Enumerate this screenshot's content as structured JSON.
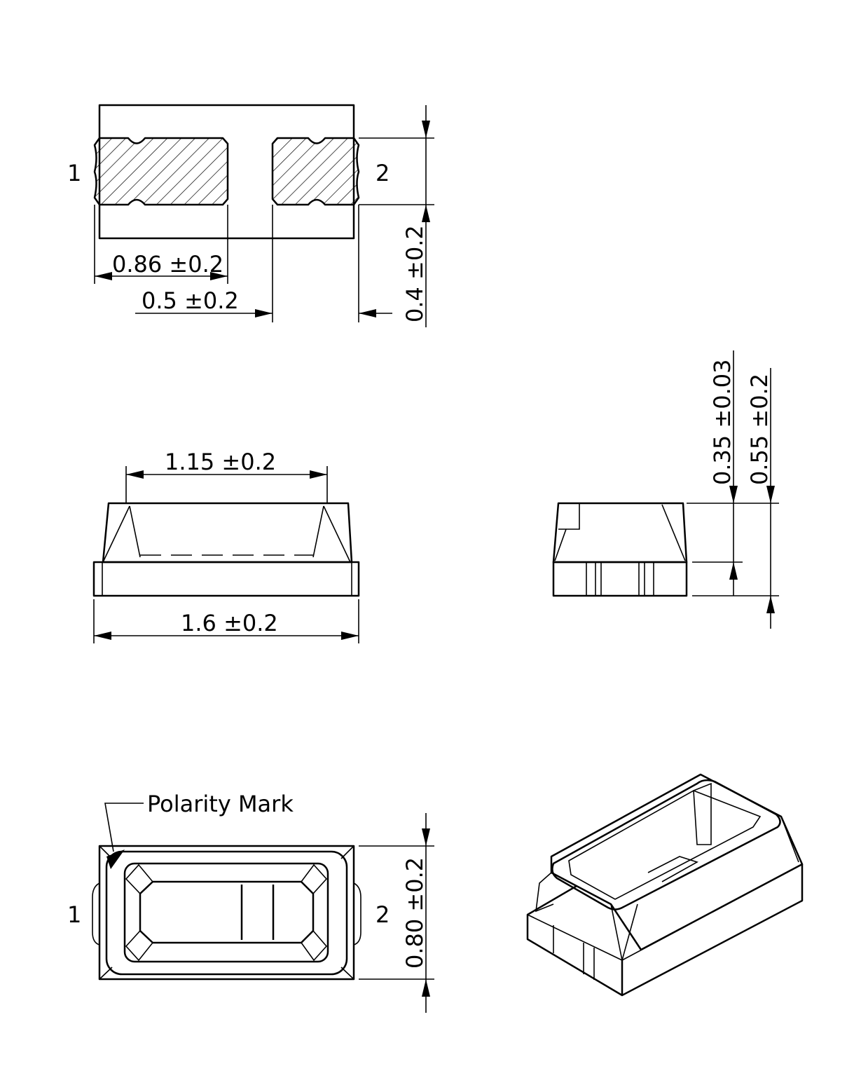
{
  "top_view": {
    "pin1": "1",
    "pin2": "2",
    "dim_pad_width": "0.86 ±0.2",
    "dim_pad_gap": "0.5 ±0.2",
    "dim_pad_height": "0.4 ±0.2"
  },
  "front_view": {
    "dim_lens_width": "1.15 ±0.2",
    "dim_body_length": "1.6 ±0.2"
  },
  "side_view": {
    "dim_lens_height": "0.35 ±0.03",
    "dim_total_height": "0.55 ±0.2"
  },
  "bottom_view": {
    "polarity_label": "Polarity Mark",
    "pin1": "1",
    "pin2": "2",
    "dim_width": "0.80 ±0.2"
  }
}
